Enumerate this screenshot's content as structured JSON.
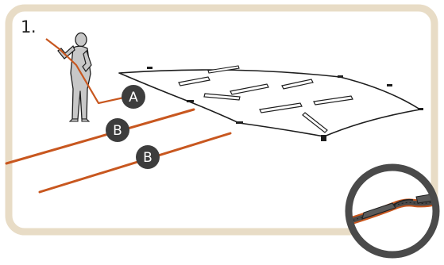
{
  "step": {
    "number": "1."
  },
  "callouts": {
    "a": "A",
    "b1": "B",
    "b2": "B"
  },
  "colors": {
    "frame": "#e8dcc6",
    "rope": "#c8571f",
    "badge": "#3d3d3d",
    "person": "#c8c8c8",
    "outline": "#1e1e1e",
    "magnifier_ring": "#4a4a4a"
  },
  "icons": [
    "person-figure",
    "pool-cover",
    "zoom-detail"
  ]
}
